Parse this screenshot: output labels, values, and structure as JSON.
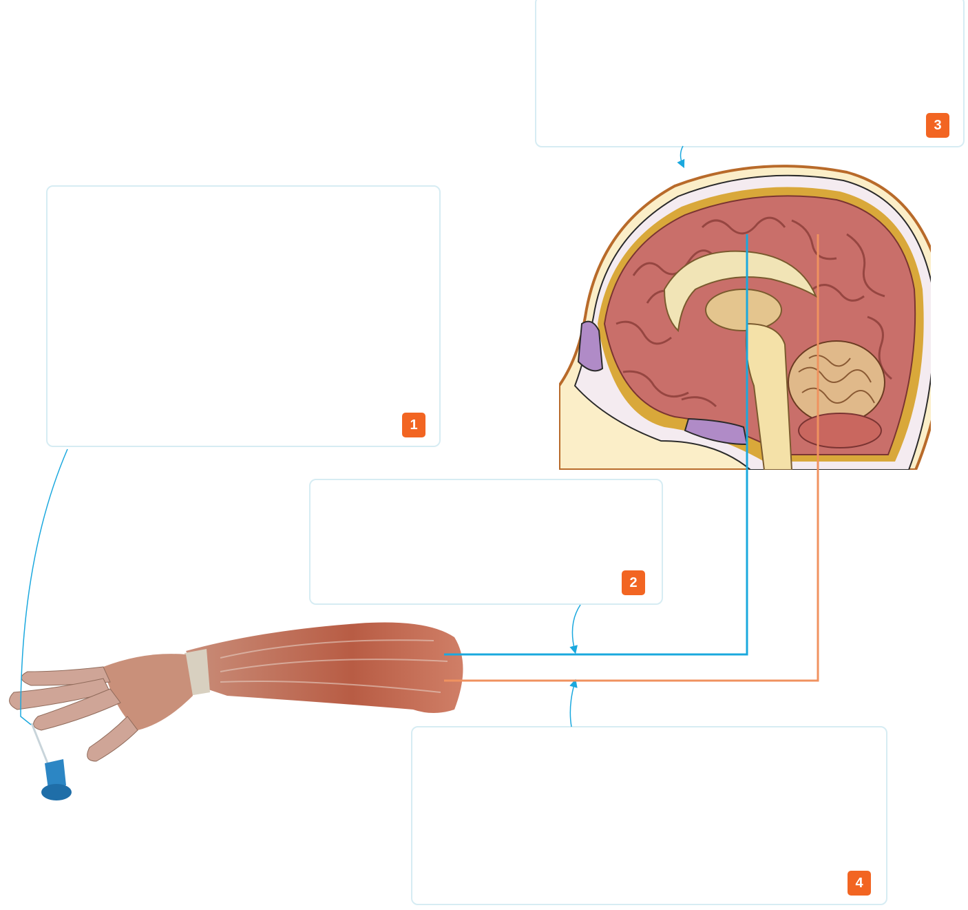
{
  "colors": {
    "box_border": "#d6ecf3",
    "badge": "#f26522",
    "sensory_line": "#1aa8de",
    "motor_line": "#f0925f"
  },
  "boxes": [
    {
      "id": "box-1",
      "number": "1"
    },
    {
      "id": "box-2",
      "number": "2"
    },
    {
      "id": "box-3",
      "number": "3"
    },
    {
      "id": "box-4",
      "number": "4"
    }
  ],
  "illustrations": {
    "brain": "brain-sagittal-illustration",
    "arm": "forearm-muscle-illustration",
    "pin": "push-pin-icon"
  }
}
